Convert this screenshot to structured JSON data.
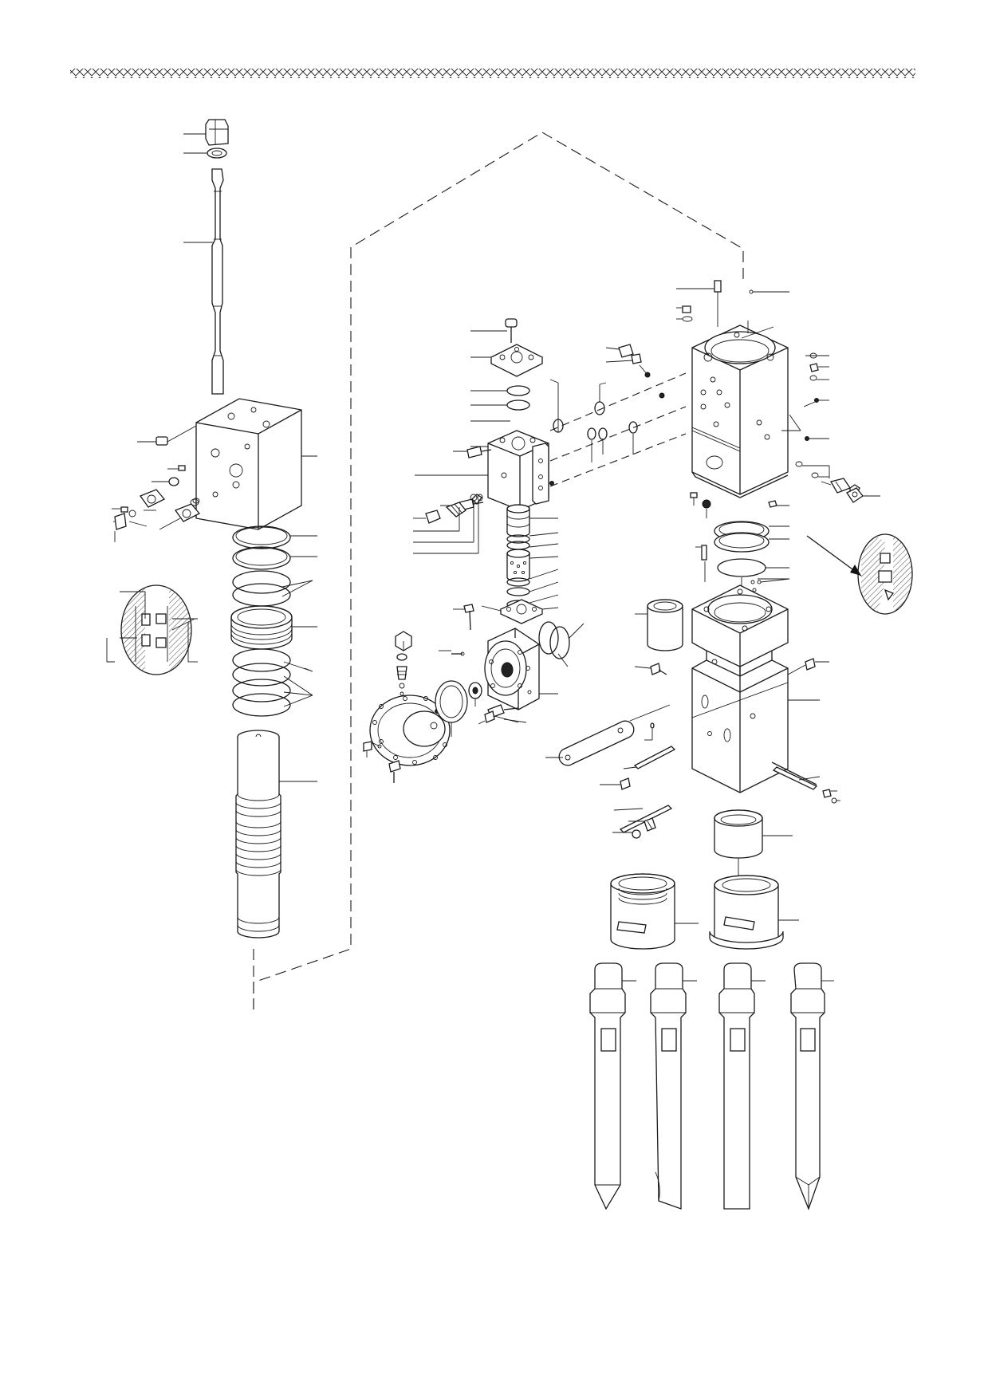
{
  "sheet": {
    "border_pattern": "diamond-chain",
    "view": "exploded-assembly"
  },
  "assemblies": {
    "left_column": [
      "cap-nut",
      "washer",
      "rod",
      "valve-block",
      "seal-rings",
      "piston"
    ],
    "center_column": [
      "top-cover",
      "control-valve",
      "valve-spool",
      "front-head",
      "accumulator-cover"
    ],
    "right_column": [
      "cylinder",
      "seal-set",
      "front-head-housing",
      "bushings",
      "chisels"
    ]
  },
  "chisels": [
    "moil-point",
    "flat-chisel",
    "blunt",
    "wedge-point"
  ],
  "palette": {
    "line": "#1a1a1a",
    "background": "#ffffff"
  }
}
